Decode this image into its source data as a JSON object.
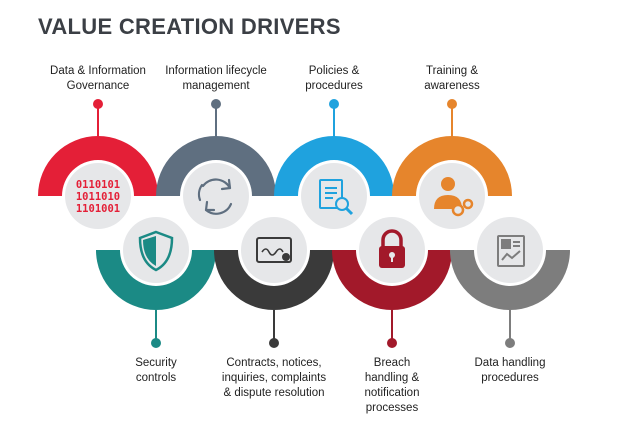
{
  "title": "VALUE CREATION DRIVERS",
  "drivers": [
    {
      "label": "Data & Information\nGovernance",
      "icon": "binary-code-icon",
      "color": "#e41f37",
      "binary": [
        "0110101",
        "1011010",
        "1101001"
      ]
    },
    {
      "label": "Information lifecycle\nmanagement",
      "icon": "recycle-arrows-icon",
      "color": "#5f6f80"
    },
    {
      "label": "Policies &\nprocedures",
      "icon": "document-search-icon",
      "color": "#1fa2de"
    },
    {
      "label": "Training &\nawareness",
      "icon": "user-gear-icon",
      "color": "#e6852c"
    },
    {
      "label": "Security\ncontrols",
      "icon": "shield-icon",
      "color": "#1b8a85"
    },
    {
      "label": "Contracts, notices,\ninquiries, complaints\n& dispute resolution",
      "icon": "certificate-icon",
      "color": "#3a3a3a"
    },
    {
      "label": "Breach\nhandling &\nnotification\nprocesses",
      "icon": "padlock-icon",
      "color": "#a2192a"
    },
    {
      "label": "Data handling\nprocedures",
      "icon": "data-report-icon",
      "color": "#7d7d7d"
    }
  ]
}
